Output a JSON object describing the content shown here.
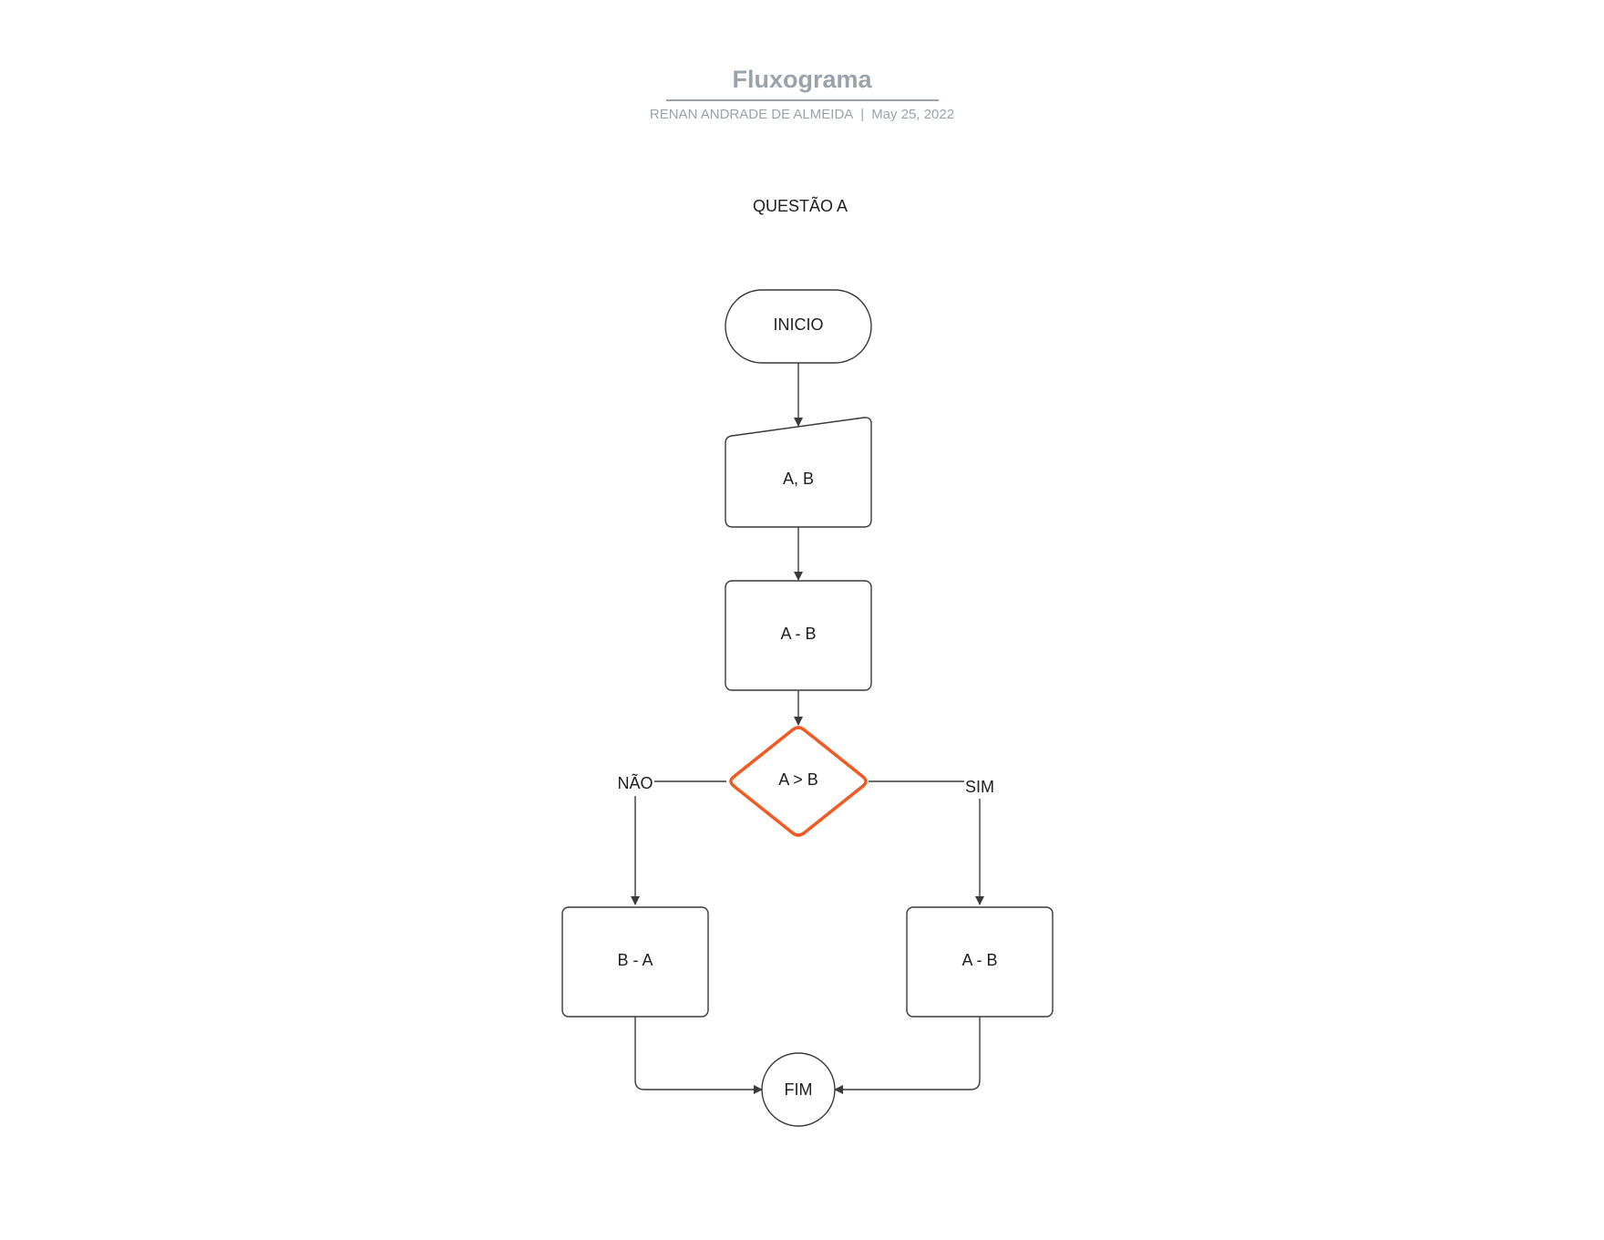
{
  "header": {
    "title": "Fluxograma",
    "author": "RENAN ANDRADE DE ALMEIDA",
    "separator": "|",
    "date": "May 25, 2022"
  },
  "diagram": {
    "heading": "QUESTÃO A",
    "nodes": {
      "start": "INICIO",
      "input": "A, B",
      "process": "A - B",
      "decision": "A > B",
      "no_branch": "B - A",
      "yes_branch": "A - B",
      "end": "FIM"
    },
    "edge_labels": {
      "no": "NÃO",
      "yes": "SIM"
    },
    "colors": {
      "stroke": "#3a3a3a",
      "decision_stroke": "#f15a22",
      "header_text": "#9aa3ab"
    }
  }
}
